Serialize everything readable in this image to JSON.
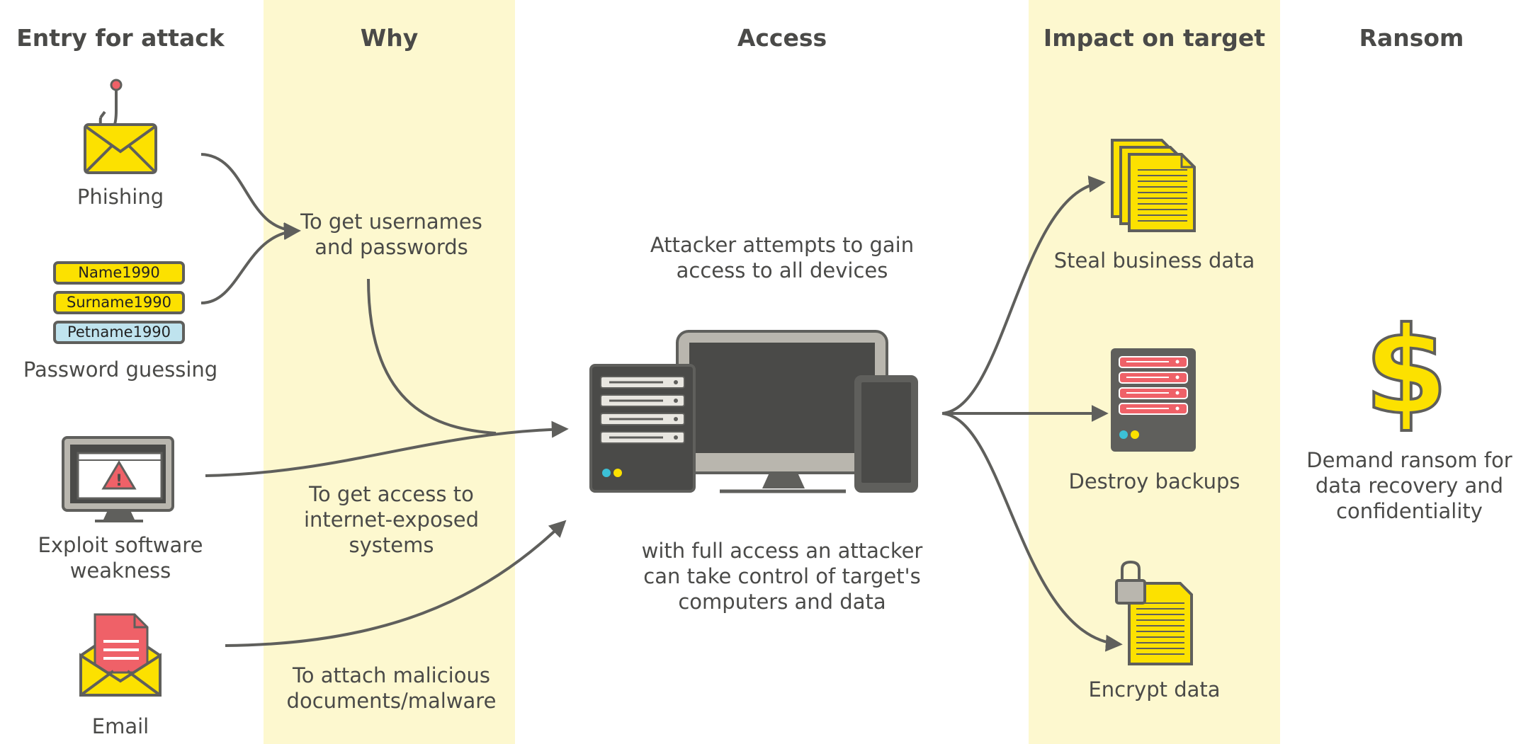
{
  "headers": {
    "entry": "Entry for attack",
    "why": "Why",
    "access": "Access",
    "impact": "Impact on target",
    "ransom": "Ransom"
  },
  "entry": {
    "phishing": "Phishing",
    "password_guessing": "Password guessing",
    "exploit": "Exploit software weakness",
    "email": "Email"
  },
  "password_tags": [
    "Name1990",
    "Surname1990",
    "Petname1990"
  ],
  "why": {
    "credentials": "To get usernames and passwords",
    "systems": "To get access to internet-exposed systems",
    "malware": "To attach malicious documents/malware"
  },
  "access": {
    "top": "Attacker attempts to gain access to all devices",
    "bottom": "with full access an attacker can take control of target's computers and data"
  },
  "impact": {
    "steal": "Steal business data",
    "destroy": "Destroy backups",
    "encrypt": "Encrypt data"
  },
  "ransom": {
    "symbol": "$",
    "text": "Demand ransom for data recovery and confidentiality"
  },
  "colors": {
    "band": "#fdf8cf",
    "yellow": "#fce100",
    "gray": "#5f5f5c",
    "dark": "#4a4a48",
    "red": "#ef6168",
    "light_blue": "#bfe3ee"
  }
}
